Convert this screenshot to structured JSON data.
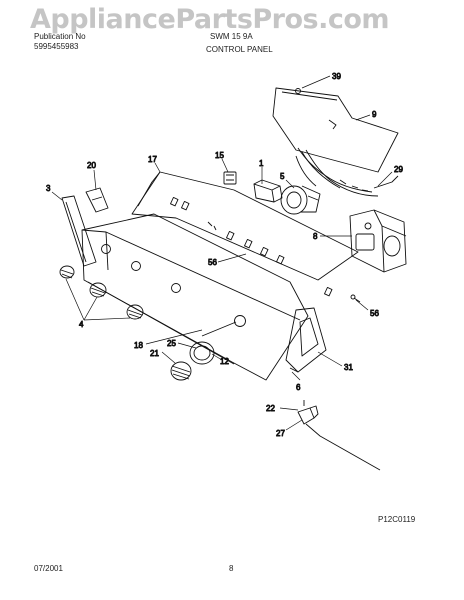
{
  "header": {
    "line1_left": "Publication No",
    "line2_left": "5995455983",
    "line1_center": "SWM 15 9A",
    "title": "CONTROL PANEL"
  },
  "watermark": "AppliancePartsPros.com",
  "callouts": {
    "c39": "39",
    "c9": "9",
    "c29": "29",
    "c20": "20",
    "c17": "17",
    "c15": "15",
    "c1": "1",
    "c5": "5",
    "c3": "3",
    "c8": "8",
    "c56a": "56",
    "c56b": "56",
    "c4": "4",
    "c18": "18",
    "c25": "25",
    "c21": "21",
    "c12": "12",
    "c31": "31",
    "c6": "6",
    "c22": "22",
    "c27": "27"
  },
  "diagram_code": "P12C0119",
  "footer": {
    "date": "07/2001",
    "page": "8"
  }
}
